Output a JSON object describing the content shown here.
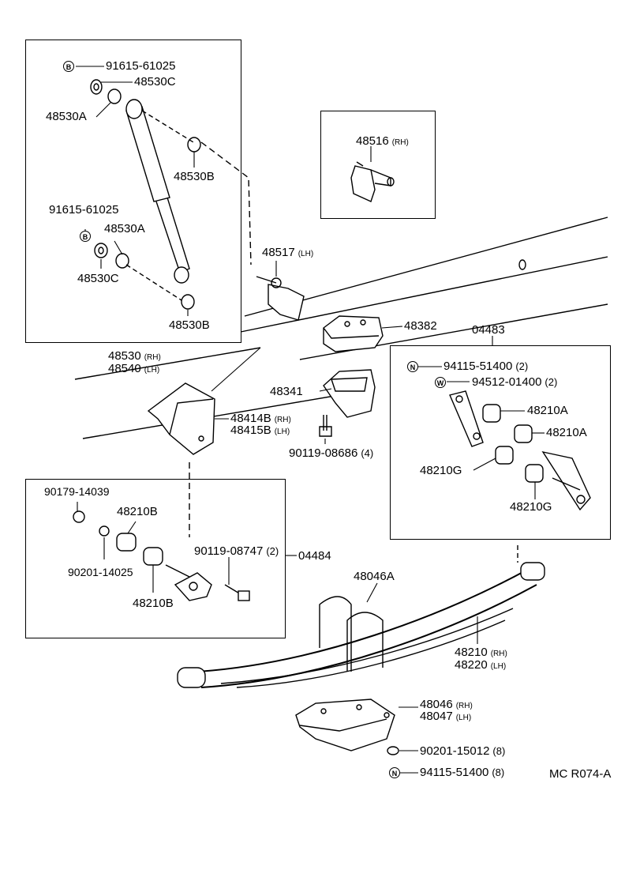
{
  "diagram_code": "MC R074-A",
  "parts": {
    "shock_bolt_top": "91615-61025",
    "shock_bolt_bottom": "91615-61025",
    "shock_washer_c_top": "48530C",
    "shock_bushing_a_top": "48530A",
    "shock_bushing_b_top": "48530B",
    "shock_bushing_a_bottom": "48530A",
    "shock_washer_c_bottom": "48530C",
    "shock_bushing_b_bottom": "48530B",
    "shock_rh": "48530",
    "shock_lh": "48540",
    "shock_rh_side": "(RH)",
    "shock_lh_side": "(LH)",
    "bracket_rh_part": "48516",
    "bracket_rh_side": "(RH)",
    "bracket_lh_part": "48517",
    "bracket_lh_side": "(LH)",
    "bumper_part": "48382",
    "shackle_kit": "04483",
    "nut_n": "94115-51400",
    "nut_n_qty": "(2)",
    "washer_w": "94512-01400",
    "washer_w_qty": "(2)",
    "stopper_part": "48341",
    "stud_bolt": "90119-08686",
    "stud_bolt_qty": "(4)",
    "hanger_rh": "48414B",
    "hanger_lh": "48415B",
    "hanger_rh_side": "(RH)",
    "hanger_lh_side": "(LH)",
    "bushing_a_1": "48210A",
    "bushing_a_2": "48210A",
    "bushing_g_1": "48210G",
    "bushing_g_2": "48210G",
    "front_nut": "90179-14039",
    "bushing_b_top": "48210B",
    "front_washer": "90201-14025",
    "front_bolt": "90119-08747",
    "front_bolt_qty": "(2)",
    "front_kit": "04484",
    "bushing_b_bottom": "48210B",
    "u_bolt": "48046A",
    "leaf_spring_rh": "48210",
    "leaf_spring_lh": "48220",
    "leaf_spring_rh_side": "(RH)",
    "leaf_spring_lh_side": "(LH)",
    "seat_rh": "48046",
    "seat_lh": "48047",
    "seat_rh_side": "(RH)",
    "seat_lh_side": "(LH)",
    "bottom_washer": "90201-15012",
    "bottom_washer_qty": "(8)",
    "bottom_nut": "94115-51400",
    "bottom_nut_qty": "(8)"
  },
  "badges": {
    "b": "B",
    "n": "N",
    "w": "W"
  }
}
